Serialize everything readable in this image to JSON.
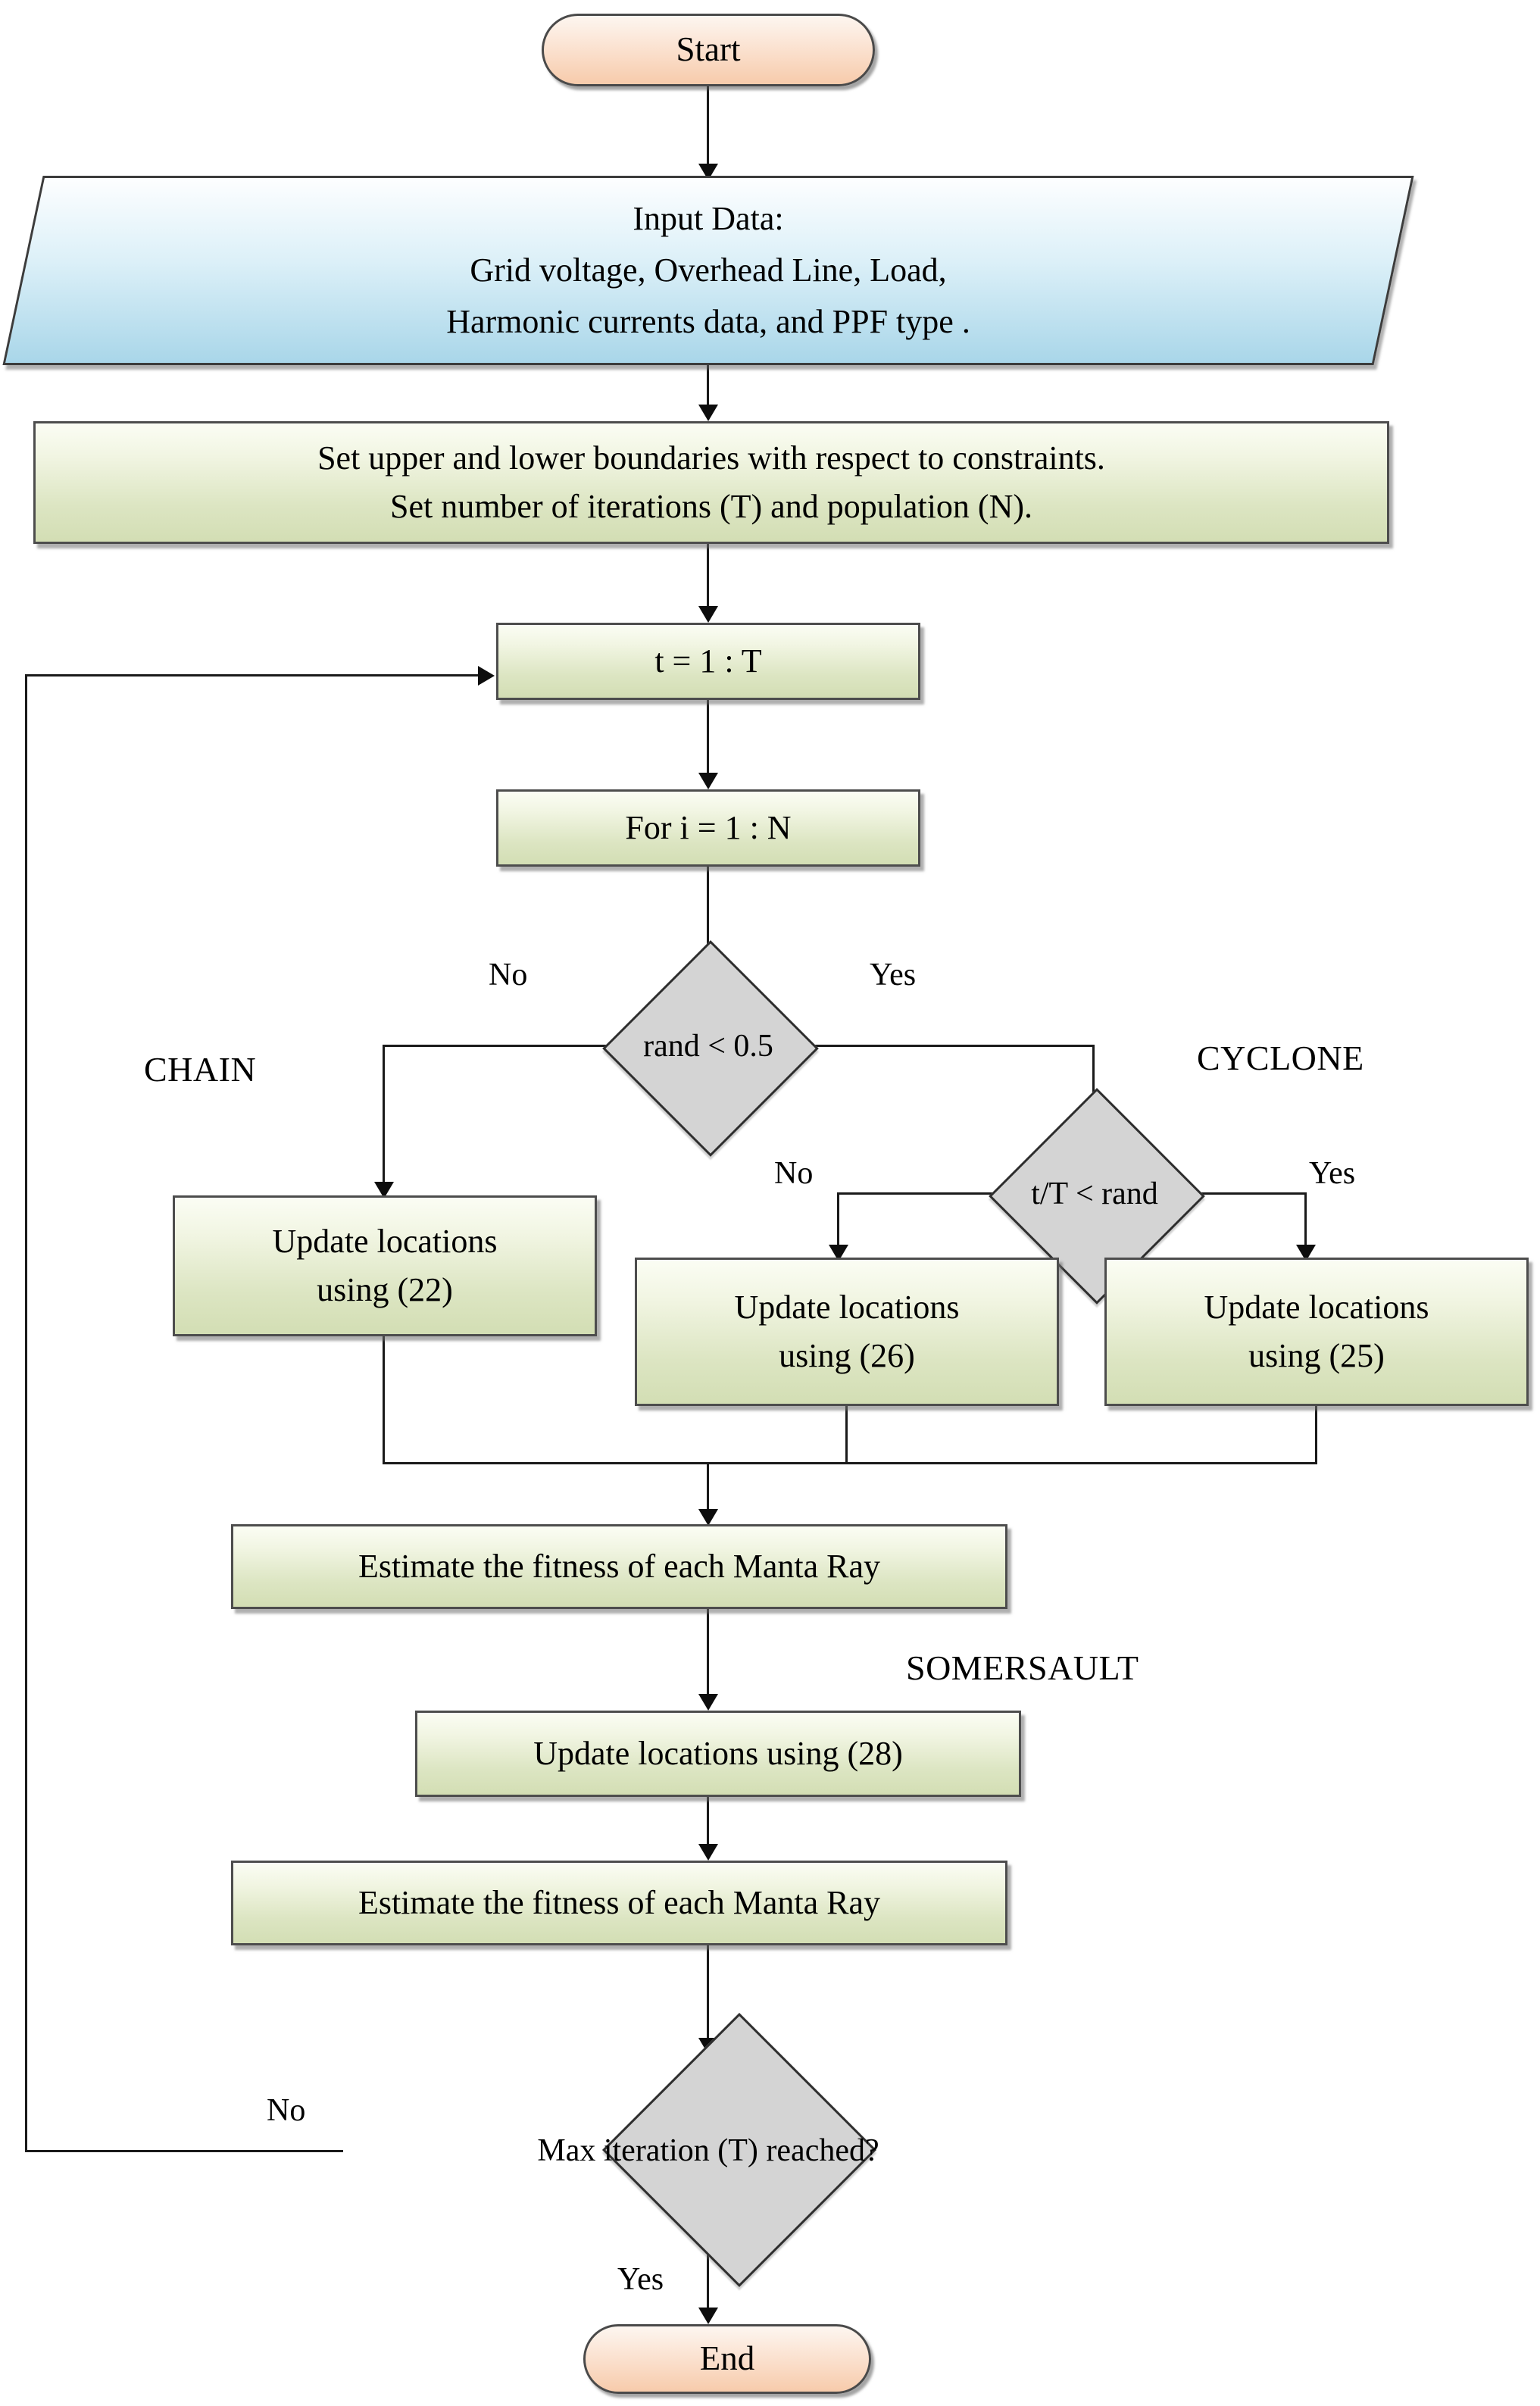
{
  "diagram": {
    "title": "Manta Ray Foraging Optimization (MRFO) Flowchart",
    "colors": {
      "terminator_fill_top": "#fdf6f0",
      "terminator_fill_bottom": "#f7cbab",
      "io_fill_top": "#fdfeff",
      "io_fill_bottom": "#a9d6e9",
      "process_fill_top": "#fbfdf4",
      "process_fill_bottom": "#d3deb4",
      "decision_fill": "#d4d4d4",
      "line_color": "#1a1a1a",
      "text_color": "#000000"
    }
  },
  "nodes": {
    "start": {
      "label": "Start",
      "type": "terminator"
    },
    "input_data": {
      "type": "parallelogram",
      "line1": "Input Data:",
      "line2": "Grid voltage, Overhead Line, Load,",
      "line3": "Harmonic currents data, and PPF type ."
    },
    "setup": {
      "type": "process",
      "line1": "Set upper and lower boundaries with respect to constraints.",
      "line2": "Set number of iterations (T) and population (N)."
    },
    "outer_loop": {
      "type": "process",
      "label": "t = 1 : T"
    },
    "inner_loop": {
      "type": "process",
      "label": "For i = 1 : N"
    },
    "decision_rand": {
      "type": "decision",
      "label": "rand < 0.5"
    },
    "decision_tt": {
      "type": "decision",
      "label": "t/T < rand"
    },
    "update_22": {
      "type": "process",
      "line1": "Update locations",
      "line2": "using (22)"
    },
    "update_26": {
      "type": "process",
      "line1": "Update locations",
      "line2": "using (26)"
    },
    "update_25": {
      "type": "process",
      "line1": "Update locations",
      "line2": "using (25)"
    },
    "estimate_fitness_1": {
      "type": "process",
      "label": "Estimate the fitness of each Manta Ray"
    },
    "update_28": {
      "type": "process",
      "label": "Update locations using (28)"
    },
    "estimate_fitness_2": {
      "type": "process",
      "label": "Estimate the fitness of each Manta Ray"
    },
    "decision_max_iter": {
      "type": "decision",
      "label": "Max iteration (T) reached?"
    },
    "end": {
      "label": "End",
      "type": "terminator"
    }
  },
  "edge_labels": {
    "rand_no": "No",
    "rand_yes": "Yes",
    "tt_no": "No",
    "tt_yes": "Yes",
    "max_iter_no": "No",
    "max_iter_yes": "Yes"
  },
  "phase_labels": {
    "chain": "CHAIN",
    "cyclone": "CYCLONE",
    "somersault": "SOMERSAULT"
  }
}
